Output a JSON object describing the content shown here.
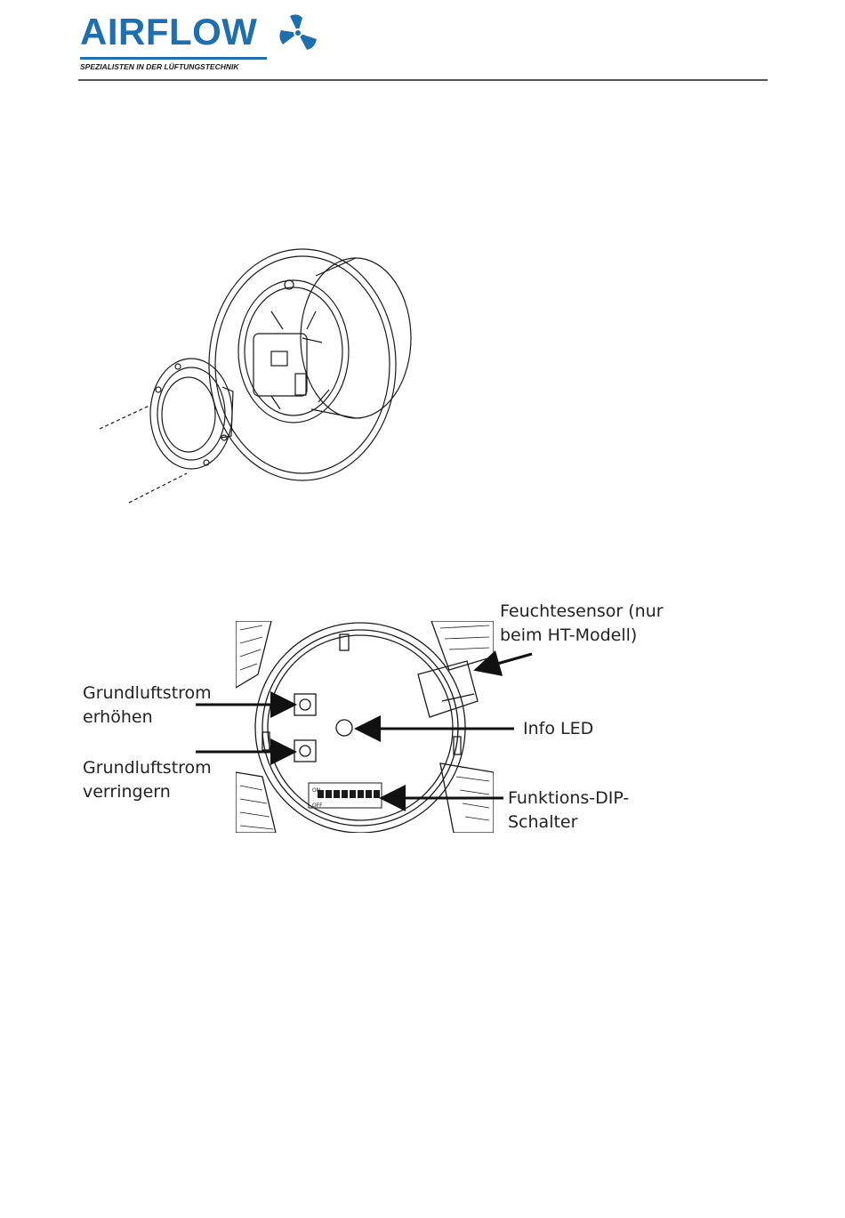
{
  "header": {
    "brand": "AIRFLOW",
    "tagline": "SPEZIALISTEN IN DER LÜFTUNGSTECHNIK",
    "brand_color": "#1e6fb0",
    "logo_icon": "fan-logo-icon"
  },
  "diagram_pcb": {
    "labels": {
      "humidity_line1": "Feuchtesensor (nur",
      "humidity_line2": "beim HT-Modell)",
      "increase_line1": "Grundluftstrom",
      "increase_line2": "erhöhen",
      "decrease_line1": "Grundluftstrom",
      "decrease_line2": "verringern",
      "led": "Info LED",
      "dip_line1": "Funktions-DIP-",
      "dip_line2": "Schalter"
    },
    "dip_on": "ON",
    "dip_off": "OFF"
  }
}
